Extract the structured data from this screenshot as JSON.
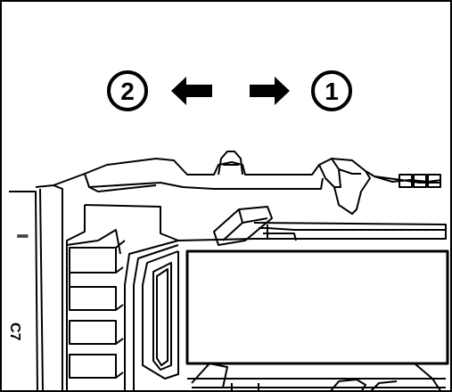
{
  "diagram": {
    "step_two_marker": "2",
    "step_one_marker": "1",
    "left_arrow_icon": "arrow-left-icon",
    "right_arrow_icon": "arrow-right-icon",
    "side_mark_upper": "∥",
    "side_mark_lower": "C7",
    "stroke_color": "#000000",
    "background_color": "#ffffff"
  }
}
